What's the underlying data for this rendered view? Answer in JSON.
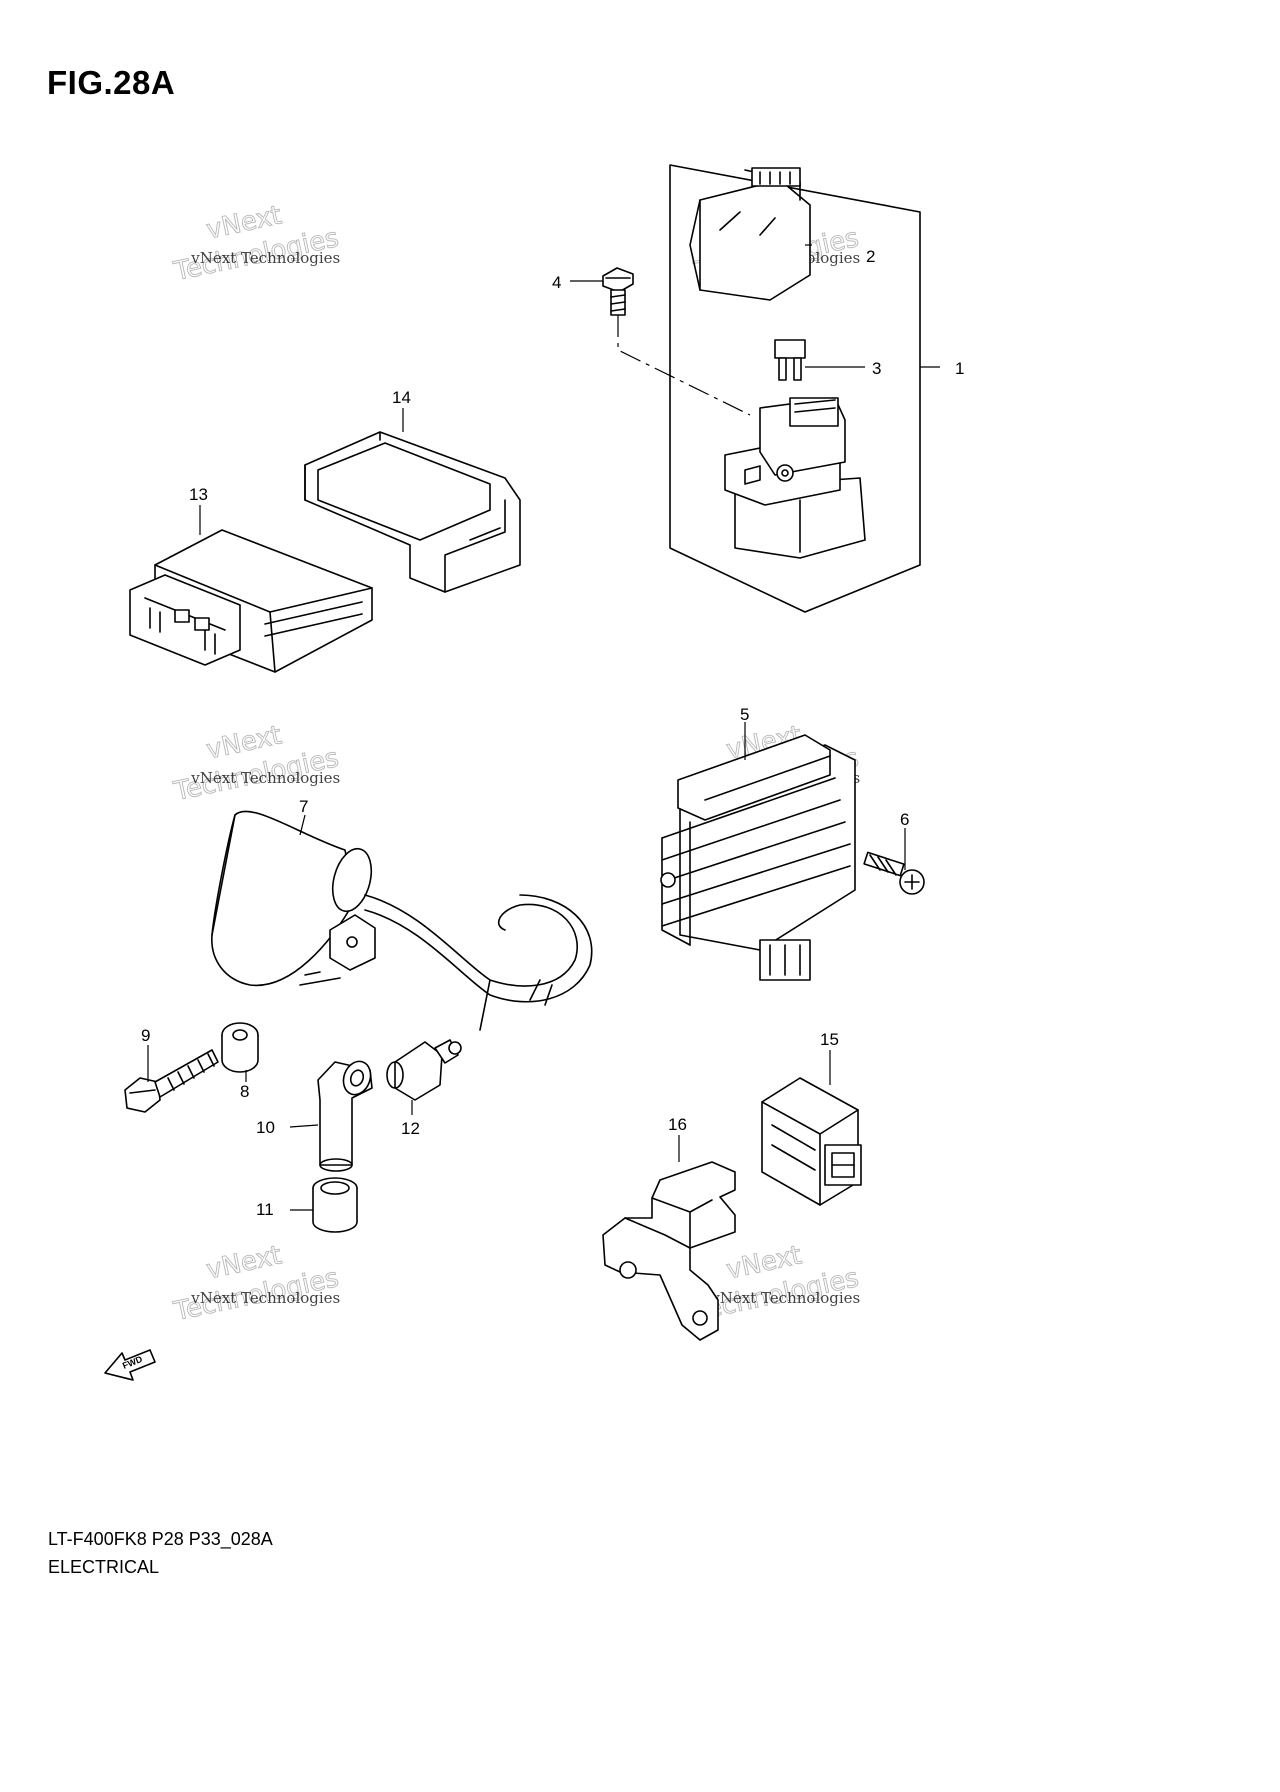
{
  "figure": {
    "title": "FIG.28A",
    "code": "LT-F400FK8 P28 P33_028A",
    "section": "ELECTRICAL"
  },
  "callouts": [
    "1",
    "2",
    "3",
    "4",
    "5",
    "6",
    "7",
    "8",
    "9",
    "10",
    "11",
    "12",
    "13",
    "14",
    "15",
    "16"
  ],
  "watermark": {
    "line1": "vNext Technologies",
    "line2": "Technologies",
    "line3": "vNext"
  },
  "direction_arrow": "FWD"
}
